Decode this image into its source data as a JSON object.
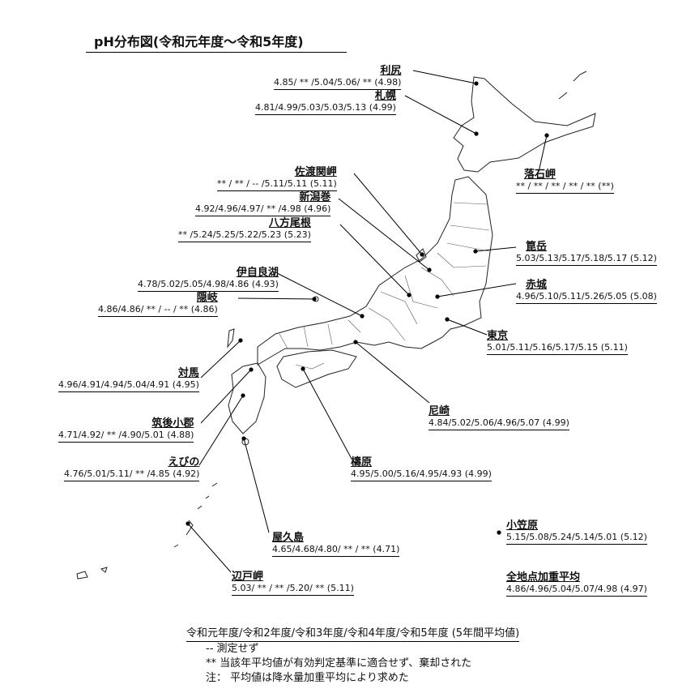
{
  "title": "pH分布図(令和元年度～令和5年度)",
  "stations": [
    {
      "id": "rishiri",
      "name": "利尻",
      "values": "4.85/ ** /5.04/5.06/ **  (4.98)"
    },
    {
      "id": "sapporo",
      "name": "札幌",
      "values": "4.81/4.99/5.03/5.03/5.13 (4.99)"
    },
    {
      "id": "ochiishi",
      "name": "落石岬",
      "values": "** / ** / ** / ** / **  (**)"
    },
    {
      "id": "sadoseki",
      "name": "佐渡関岬",
      "values": "** / ** / -- /5.11/5.11 (5.11)"
    },
    {
      "id": "niigatamaki",
      "name": "新潟巻",
      "values": "4.92/4.96/4.97/ ** /4.98 (4.96)"
    },
    {
      "id": "happo",
      "name": "八方尾根",
      "values": "** /5.24/5.25/5.22/5.23 (5.23)"
    },
    {
      "id": "ijira",
      "name": "伊自良湖",
      "values": "4.78/5.02/5.05/4.98/4.86 (4.93)"
    },
    {
      "id": "oki",
      "name": "隠岐",
      "values": "4.86/4.86/ ** / -- / **  (4.86)"
    },
    {
      "id": "tappi",
      "name": "箟岳",
      "values": "5.03/5.13/5.17/5.18/5.17 (5.12)"
    },
    {
      "id": "akagi",
      "name": "赤城",
      "values": "4.96/5.10/5.11/5.26/5.05 (5.08)"
    },
    {
      "id": "tokyo",
      "name": "東京",
      "values": "5.01/5.11/5.16/5.17/5.15 (5.11)"
    },
    {
      "id": "tsushima",
      "name": "対馬",
      "values": "4.96/4.91/4.94/5.04/4.91 (4.95)"
    },
    {
      "id": "amagasaki",
      "name": "尼崎",
      "values": "4.84/5.02/5.06/4.96/5.07 (4.99)"
    },
    {
      "id": "chikugo",
      "name": "筑後小郡",
      "values": "4.71/4.92/ ** /4.90/5.01 (4.88)"
    },
    {
      "id": "ebino",
      "name": "えびの",
      "values": "4.76/5.01/5.11/ ** /4.85 (4.92)"
    },
    {
      "id": "kashihara",
      "name": "檮原",
      "values": "4.95/5.00/5.16/4.95/4.93 (4.99)"
    },
    {
      "id": "ogasawara",
      "name": "小笠原",
      "values": "5.15/5.08/5.24/5.14/5.01 (5.12)"
    },
    {
      "id": "yakushima",
      "name": "屋久島",
      "values": "4.65/4.68/4.80/ ** / **  (4.71)"
    },
    {
      "id": "hedo",
      "name": "辺戸岬",
      "values": "5.03/ ** / ** /5.20/ **  (5.11)"
    },
    {
      "id": "average",
      "name": "全地点加重平均",
      "values": "4.86/4.96/5.04/5.07/4.98 (4.97)"
    }
  ],
  "legend": {
    "header": "令和元年度/令和2年度/令和3年度/令和4年度/令和5年度 (5年間平均値)",
    "line1": "-- 測定せず",
    "line2": "** 当該年平均値が有効判定基準に適合せず、棄却された",
    "line3": "注： 平均値は降水量加重平均により求めた"
  }
}
